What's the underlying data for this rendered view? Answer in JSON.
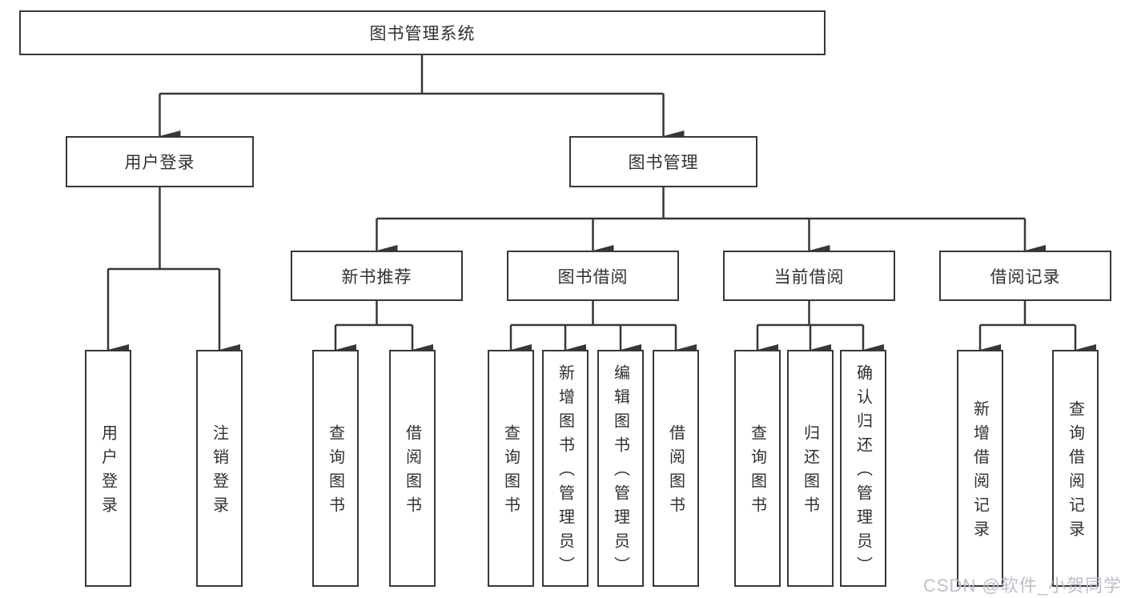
{
  "diagram": {
    "root": {
      "label": "图书管理系统"
    },
    "branches": [
      {
        "label": "用户登录",
        "children": [
          {
            "label": "用户登录"
          },
          {
            "label": "注销登录"
          }
        ]
      },
      {
        "label": "图书管理",
        "children": [
          {
            "label": "新书推荐",
            "children": [
              {
                "label": "查询图书"
              },
              {
                "label": "借阅图书"
              }
            ]
          },
          {
            "label": "图书借阅",
            "children": [
              {
                "label": "查询图书"
              },
              {
                "label": "新增图书（管理员）"
              },
              {
                "label": "编辑图书（管理员）"
              },
              {
                "label": "借阅图书"
              }
            ]
          },
          {
            "label": "当前借阅",
            "children": [
              {
                "label": "查询图书"
              },
              {
                "label": "归还图书"
              },
              {
                "label": "确认归还（管理员）"
              }
            ]
          },
          {
            "label": "借阅记录",
            "children": [
              {
                "label": "新增借阅记录"
              },
              {
                "label": "查询借阅记录"
              }
            ]
          }
        ]
      }
    ]
  },
  "watermark": {
    "text": "CSDN @软件_小贺同学"
  },
  "colors": {
    "line": "#373737",
    "border": "#373737",
    "text": "#303030",
    "background": "#ffffff",
    "watermark": "#bcc0c9"
  }
}
